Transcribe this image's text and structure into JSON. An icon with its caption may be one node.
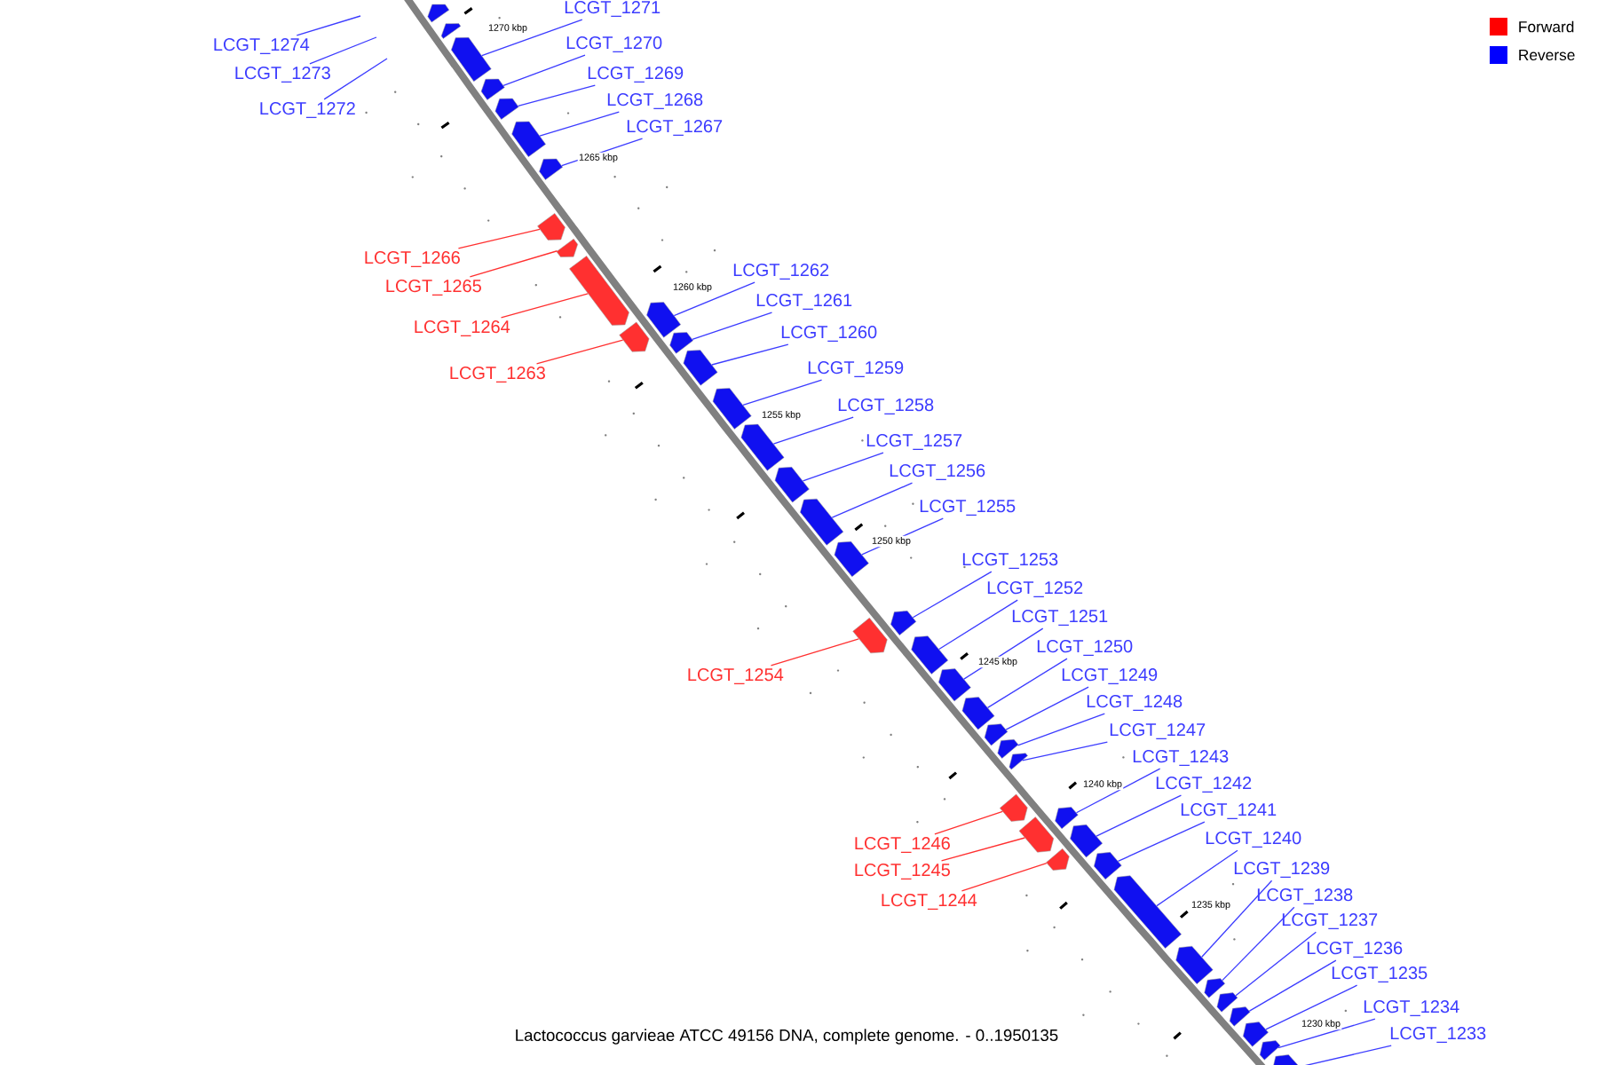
{
  "diagram": {
    "caption": "Lactococcus garvieae ATCC 49156 DNA, complete genome. - 0..1950135",
    "nodes": [
      {
        "text": [
          "LCGT_1271"
        ]
      },
      {
        "text": [
          "LCGT_1274"
        ]
      },
      {
        "text": [
          "LCGT_1270"
        ]
      },
      {
        "text": [
          "LCGT_1273"
        ]
      },
      {
        "text": [
          "LCGT_1269"
        ]
      },
      {
        "text": [
          "LCGT_1268"
        ]
      },
      {
        "text": [
          "LCGT_1272"
        ]
      },
      {
        "text": [
          "LCGT_1267"
        ]
      },
      {
        "text": [
          "LCGT_1266"
        ]
      },
      {
        "text": [
          "LCGT_1262"
        ]
      },
      {
        "text": [
          "LCGT_1265"
        ]
      },
      {
        "text": [
          "LCGT_1261"
        ]
      },
      {
        "text": [
          "LCGT_1264"
        ]
      },
      {
        "text": [
          "LCGT_1260"
        ]
      },
      {
        "text": [
          "LCGT_1263"
        ]
      },
      {
        "text": [
          "LCGT_1259"
        ]
      },
      {
        "text": [
          "LCGT_1258"
        ]
      },
      {
        "text": [
          "LCGT_1257"
        ]
      },
      {
        "text": [
          "LCGT_1256"
        ]
      },
      {
        "text": [
          "LCGT_1255"
        ]
      },
      {
        "text": [
          "LCGT_1253"
        ]
      },
      {
        "text": [
          "LCGT_1252"
        ]
      },
      {
        "text": [
          "LCGT_1251"
        ]
      },
      {
        "text": [
          "LCGT_1250"
        ]
      },
      {
        "text": [
          "LCGT_1249"
        ]
      },
      {
        "text": [
          "LCGT_1254"
        ]
      },
      {
        "text": [
          "LCGT_1248"
        ]
      },
      {
        "text": [
          "LCGT_1247"
        ]
      },
      {
        "text": [
          "LCGT_1243"
        ]
      },
      {
        "text": [
          "LCGT_1242"
        ]
      },
      {
        "text": [
          "LCGT_1241"
        ]
      },
      {
        "text": [
          "LCGT_1240"
        ]
      },
      {
        "text": [
          "LCGT_1246"
        ]
      },
      {
        "text": [
          "LCGT_1239"
        ]
      },
      {
        "text": [
          "LCGT_1245"
        ]
      },
      {
        "text": [
          "LCGT_1238"
        ]
      },
      {
        "text": [
          "LCGT_1244"
        ]
      },
      {
        "text": [
          "LCGT_1237"
        ]
      },
      {
        "text": [
          "LCGT_1236"
        ]
      },
      {
        "text": [
          "LCGT_1235"
        ]
      },
      {
        "text": [
          "LCGT_1234"
        ]
      },
      {
        "text": [
          "LCGT_1233"
        ]
      },
      {
        "text": [],
        "shape": "arrow"
      },
      {
        "text": [],
        "shape": "arrow"
      },
      {
        "text": [],
        "shape": "arrow"
      },
      {
        "text": [],
        "shape": "arrow"
      },
      {
        "text": [],
        "shape": "arrow"
      },
      {
        "text": [],
        "shape": "arrow"
      },
      {
        "text": [],
        "shape": "arrow"
      },
      {
        "text": [],
        "shape": "arrow"
      },
      {
        "text": [],
        "shape": "arrow"
      },
      {
        "text": [],
        "shape": "arrow"
      },
      {
        "text": [],
        "shape": "arrow"
      },
      {
        "text": [],
        "shape": "arrow"
      },
      {
        "text": [],
        "shape": "arrow"
      },
      {
        "text": [],
        "shape": "arrow"
      },
      {
        "text": [],
        "shape": "arrow"
      },
      {
        "text": [],
        "shape": "arrow"
      },
      {
        "text": [],
        "shape": "arrow"
      },
      {
        "text": [],
        "shape": "arrow"
      },
      {
        "text": [],
        "shape": "arrow"
      },
      {
        "text": [],
        "shape": "arrow"
      },
      {
        "text": [],
        "shape": "arrow"
      },
      {
        "text": [],
        "shape": "arrow"
      },
      {
        "text": [],
        "shape": "arrow"
      },
      {
        "text": [],
        "shape": "arrow"
      },
      {
        "text": [],
        "shape": "arrow"
      },
      {
        "text": [],
        "shape": "arrow"
      },
      {
        "text": [],
        "shape": "arrow"
      },
      {
        "text": [],
        "shape": "arrow"
      },
      {
        "text": [],
        "shape": "arrow"
      },
      {
        "text": [],
        "shape": "arrow"
      },
      {
        "text": [],
        "shape": "arrow"
      },
      {
        "text": [],
        "shape": "arrow"
      },
      {
        "text": [],
        "shape": "arrow"
      },
      {
        "text": [],
        "shape": "arrow"
      },
      {
        "text": [],
        "shape": "arrow"
      },
      {
        "text": [],
        "shape": "arrow"
      },
      {
        "text": [],
        "shape": "arrow"
      },
      {
        "text": [],
        "shape": "arrow"
      },
      {
        "text": [],
        "shape": "arrow"
      },
      {
        "text": [],
        "shape": "arrow"
      },
      {
        "text": [],
        "shape": "arrow"
      }
    ],
    "edges": [
      {
        "from": 0,
        "to": 44,
        "arrow": "none"
      },
      {
        "from": 1,
        "to": null,
        "arrow": "none"
      },
      {
        "from": 2,
        "to": 45,
        "arrow": "none"
      },
      {
        "from": 3,
        "to": null,
        "arrow": "none"
      },
      {
        "from": 4,
        "to": 46,
        "arrow": "none"
      },
      {
        "from": 5,
        "to": 47,
        "arrow": "none"
      },
      {
        "from": 6,
        "to": null,
        "arrow": "none"
      },
      {
        "from": 7,
        "to": 48,
        "arrow": "none"
      },
      {
        "from": 8,
        "to": 49,
        "arrow": "none",
        "color": "#ff3030"
      },
      {
        "from": 9,
        "to": 53,
        "arrow": "none"
      },
      {
        "from": 10,
        "to": 50,
        "arrow": "none",
        "color": "#ff3030"
      },
      {
        "from": 11,
        "to": 54,
        "arrow": "none"
      },
      {
        "from": 12,
        "to": 51,
        "arrow": "none",
        "color": "#ff3030"
      },
      {
        "from": 13,
        "to": 55,
        "arrow": "none"
      },
      {
        "from": 14,
        "to": 52,
        "arrow": "none",
        "color": "#ff3030"
      },
      {
        "from": 15,
        "to": 56,
        "arrow": "none"
      },
      {
        "from": 16,
        "to": 57,
        "arrow": "none"
      },
      {
        "from": 17,
        "to": 58,
        "arrow": "none"
      },
      {
        "from": 18,
        "to": 59,
        "arrow": "none"
      },
      {
        "from": 19,
        "to": 60,
        "arrow": "none"
      },
      {
        "from": 20,
        "to": 62,
        "arrow": "none"
      },
      {
        "from": 21,
        "to": 63,
        "arrow": "none"
      },
      {
        "from": 22,
        "to": 64,
        "arrow": "none"
      },
      {
        "from": 23,
        "to": 65,
        "arrow": "none"
      },
      {
        "from": 24,
        "to": 66,
        "arrow": "none"
      },
      {
        "from": 25,
        "to": 61,
        "arrow": "none",
        "color": "#ff3030"
      },
      {
        "from": 26,
        "to": 67,
        "arrow": "none"
      },
      {
        "from": 27,
        "to": 68,
        "arrow": "none"
      },
      {
        "from": 28,
        "to": 72,
        "arrow": "none"
      },
      {
        "from": 29,
        "to": 73,
        "arrow": "none"
      },
      {
        "from": 30,
        "to": 74,
        "arrow": "none"
      },
      {
        "from": 31,
        "to": 75,
        "arrow": "none"
      },
      {
        "from": 32,
        "to": 69,
        "arrow": "none",
        "color": "#ff3030"
      },
      {
        "from": 33,
        "to": 76,
        "arrow": "none"
      },
      {
        "from": 34,
        "to": 70,
        "arrow": "none",
        "color": "#ff3030"
      },
      {
        "from": 35,
        "to": 77,
        "arrow": "none"
      },
      {
        "from": 36,
        "to": 71,
        "arrow": "none",
        "color": "#ff3030"
      },
      {
        "from": 37,
        "to": 78,
        "arrow": "none"
      },
      {
        "from": 38,
        "to": 79,
        "arrow": "none"
      },
      {
        "from": 39,
        "to": 80,
        "arrow": "none"
      },
      {
        "from": 40,
        "to": 81,
        "arrow": "none"
      },
      {
        "from": 41,
        "to": 82,
        "arrow": "none"
      }
    ],
    "labels": [
      "1270 kbp",
      "1265 kbp",
      "1260 kbp",
      "1255 kbp",
      "1250 kbp",
      "1245 kbp",
      "1240 kbp",
      "1235 kbp",
      "1230 kbp"
    ],
    "legend": [
      {
        "text": "Forward",
        "color": "#ff0000"
      },
      {
        "text": "Reverse",
        "color": "#0000ff"
      }
    ]
  }
}
